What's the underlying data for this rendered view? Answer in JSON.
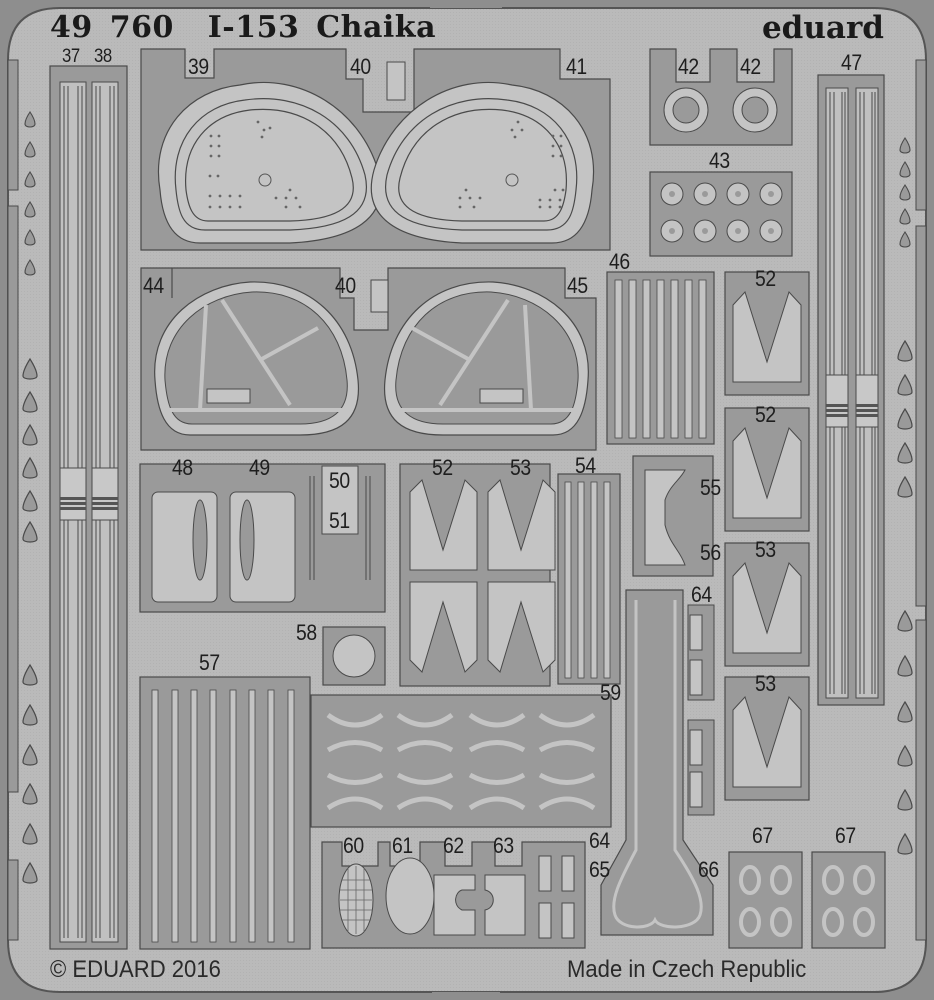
{
  "sheet": {
    "product_code": "49 760",
    "model_name": "I-153 Chaika",
    "brand": "eduard",
    "copyright": "© EDUARD 2016",
    "origin": "Made in Czech Republic"
  },
  "colors": {
    "background": "#8e8e8e",
    "fret": "#b9b9b9",
    "part_frame": "#9a9a9a",
    "part_fill": "#c4c4c4",
    "outline": "#4a4a4a",
    "text": "#1e1e1e"
  },
  "part_labels": {
    "p37": "37",
    "p38": "38",
    "p39": "39",
    "p40a": "40",
    "p41": "41",
    "p42a": "42",
    "p42b": "42",
    "p43": "43",
    "p44": "44",
    "p40b": "40",
    "p45": "45",
    "p46": "46",
    "p47": "47",
    "p48": "48",
    "p49": "49",
    "p50": "50",
    "p51": "51",
    "p52a": "52",
    "p53a": "53",
    "p54": "54",
    "p52b": "52",
    "p52c": "52",
    "p55": "55",
    "p56": "56",
    "p53b": "53",
    "p53c": "53",
    "p57": "57",
    "p58": "58",
    "p59": "59",
    "p60": "60",
    "p61": "61",
    "p62": "62",
    "p63": "63",
    "p64a": "64",
    "p64b": "64",
    "p65": "65",
    "p66": "66",
    "p67a": "67",
    "p67b": "67"
  }
}
